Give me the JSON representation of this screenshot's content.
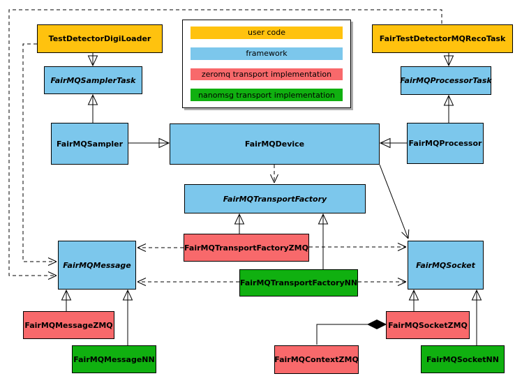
{
  "colors": {
    "user_code": "#FFC20E",
    "framework": "#7CC7EC",
    "zeromq": "#F8696B",
    "nanomsg": "#10B010"
  },
  "legend": {
    "items": [
      {
        "label": "user code",
        "color": "#FFC20E"
      },
      {
        "label": "framework",
        "color": "#7CC7EC"
      },
      {
        "label": "zeromq transport implementation",
        "color": "#F8696B"
      },
      {
        "label": "nanomsg transport implementation",
        "color": "#10B010"
      }
    ]
  },
  "nodes": {
    "testDetectorDigiLoader": {
      "label": "TestDetectorDigiLoader",
      "category": "user code"
    },
    "fairTestDetectorMQRecoTask": {
      "label": "FairTestDetectorMQRecoTask",
      "category": "user code"
    },
    "fairMQSamplerTask": {
      "label": "FairMQSamplerTask",
      "category": "framework",
      "abstract": true
    },
    "fairMQProcessorTask": {
      "label": "FairMQProcessorTask",
      "category": "framework",
      "abstract": true
    },
    "fairMQSampler": {
      "label": "FairMQSampler",
      "category": "framework"
    },
    "fairMQDevice": {
      "label": "FairMQDevice",
      "category": "framework"
    },
    "fairMQProcessor": {
      "label": "FairMQProcessor",
      "category": "framework"
    },
    "fairMQTransportFactory": {
      "label": "FairMQTransportFactory",
      "category": "framework",
      "abstract": true
    },
    "fairMQTransportFactoryZMQ": {
      "label": "FairMQTransportFactoryZMQ",
      "category": "zeromq transport implementation"
    },
    "fairMQTransportFactoryNN": {
      "label": "FairMQTransportFactoryNN",
      "category": "nanomsg transport implementation"
    },
    "fairMQMessage": {
      "label": "FairMQMessage",
      "category": "framework",
      "abstract": true
    },
    "fairMQSocket": {
      "label": "FairMQSocket",
      "category": "framework",
      "abstract": true
    },
    "fairMQMessageZMQ": {
      "label": "FairMQMessageZMQ",
      "category": "zeromq transport implementation"
    },
    "fairMQMessageNN": {
      "label": "FairMQMessageNN",
      "category": "nanomsg transport implementation"
    },
    "fairMQSocketZMQ": {
      "label": "FairMQSocketZMQ",
      "category": "zeromq transport implementation"
    },
    "fairMQContextZMQ": {
      "label": "FairMQContextZMQ",
      "category": "zeromq transport implementation"
    },
    "fairMQSocketNN": {
      "label": "FairMQSocketNN",
      "category": "nanomsg transport implementation"
    }
  }
}
